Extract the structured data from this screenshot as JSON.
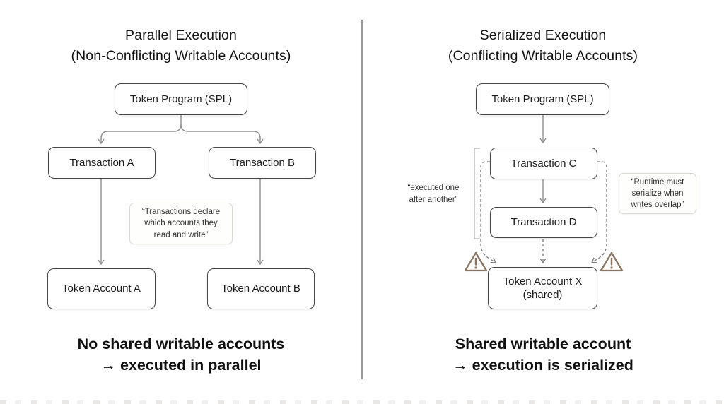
{
  "left": {
    "title_line1": "Parallel Execution",
    "title_line2": "(Non-Conflicting Writable Accounts)",
    "nodes": {
      "token_program": "Token Program (SPL)",
      "transaction_a": "Transaction A",
      "transaction_b": "Transaction B",
      "token_account_a": "Token Account A",
      "token_account_b": "Token Account B"
    },
    "note": {
      "line1": "“Transactions declare",
      "line2": "which accounts they",
      "line3": "read and write”"
    },
    "caption_line1": "No shared writable accounts",
    "caption_line2": "→ executed in parallel"
  },
  "right": {
    "title_line1": "Serialized Execution",
    "title_line2": "(Conflicting Writable Accounts)",
    "nodes": {
      "token_program": "Token Program (SPL)",
      "transaction_c": "Transaction C",
      "transaction_d": "Transaction D",
      "token_account_x_line1": "Token Account X",
      "token_account_x_line2": "(shared)"
    },
    "note_left": {
      "line1": "“executed one",
      "line2": "after another”"
    },
    "note_right": {
      "line1": "“Runtime must",
      "line2": "serialize when",
      "line3": "writes overlap”"
    },
    "caption_line1": "Shared writable account",
    "caption_line2": "→ execution is serialized"
  },
  "colors": {
    "connector_solid": "#8f8f8f",
    "connector_dashed": "#7a7a7a",
    "node_border": "#474747",
    "divider": "#9a9a9a",
    "warning": "#8a7361"
  }
}
